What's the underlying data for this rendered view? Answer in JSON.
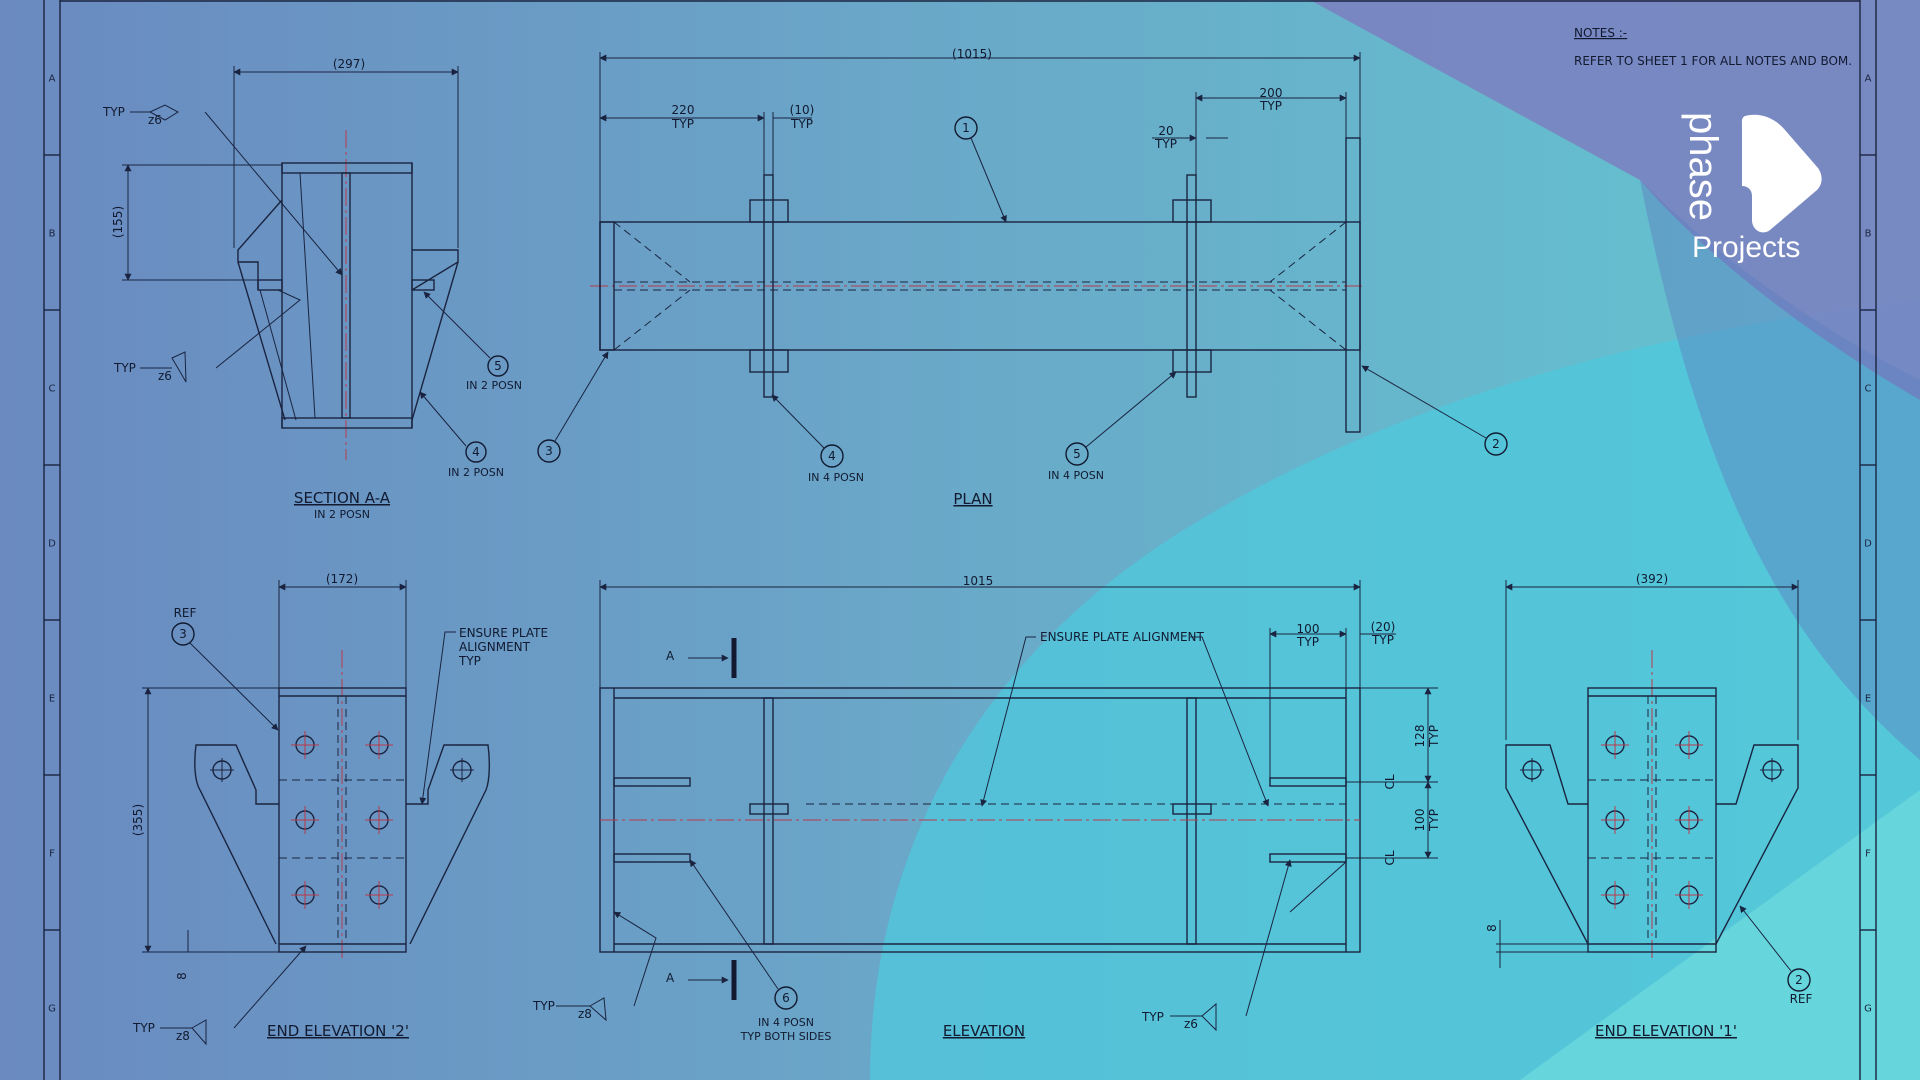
{
  "notes": {
    "heading": "NOTES :-",
    "line1": "REFER TO SHEET 1 FOR ALL NOTES AND BOM."
  },
  "logo": {
    "word1": "phase",
    "word2": "Projects"
  },
  "grid_rows": [
    "A",
    "B",
    "C",
    "D",
    "E",
    "F",
    "G"
  ],
  "section_aa": {
    "title": "SECTION A-A",
    "subtitle": "IN 2 POSN",
    "dim_width": "(297)",
    "dim_height": "(155)",
    "weld_top_typ": "TYP",
    "weld_top_size": "z6",
    "weld_bot_typ": "TYP",
    "weld_bot_size": "z6",
    "balloon_5": "5",
    "balloon_5_note": "IN 2 POSN",
    "balloon_4": "4",
    "balloon_4_note": "IN 2 POSN"
  },
  "plan": {
    "title": "PLAN",
    "dim_overall": "(1015)",
    "dim_220": "220",
    "dim_220_typ": "TYP",
    "dim_10": "(10)",
    "dim_10_typ": "TYP",
    "dim_200": "200",
    "dim_200_typ": "TYP",
    "dim_20": "20",
    "dim_20_typ": "TYP",
    "balloon_1": "1",
    "balloon_2": "2",
    "balloon_3": "3",
    "balloon_4": "4",
    "balloon_4_note": "IN 4 POSN",
    "balloon_5": "5",
    "balloon_5_note": "IN 4 POSN"
  },
  "end_elev_2": {
    "title": "END ELEVATION '2'",
    "dim_width": "(172)",
    "dim_height": "(355)",
    "dim_8": "8",
    "ref": "REF",
    "balloon_3": "3",
    "note1": "ENSURE PLATE",
    "note2": "ALIGNMENT",
    "note3": "TYP",
    "weld_typ": "TYP",
    "weld_size": "z8"
  },
  "elevation": {
    "title": "ELEVATION",
    "dim_overall": "1015",
    "note_align": "ENSURE PLATE ALIGNMENT",
    "dim_100": "100",
    "dim_100_typ": "TYP",
    "dim_20": "(20)",
    "dim_20_typ": "TYP",
    "dim_128": "128",
    "dim_128_typ": "TYP",
    "dim_100v": "100",
    "dim_100v_typ": "TYP",
    "cl1": "CL",
    "cl2": "CL",
    "section_a_top": "A",
    "section_a_bot": "A",
    "balloon_6": "6",
    "balloon_6_note1": "IN 4 POSN",
    "balloon_6_note2": "TYP BOTH SIDES",
    "weld_left_typ": "TYP",
    "weld_left_size": "z8",
    "weld_right_typ": "TYP",
    "weld_right_size": "z6"
  },
  "end_elev_1": {
    "title": "END ELEVATION '1'",
    "dim_width": "(392)",
    "dim_8": "8",
    "balloon_2": "2",
    "ref": "REF"
  }
}
